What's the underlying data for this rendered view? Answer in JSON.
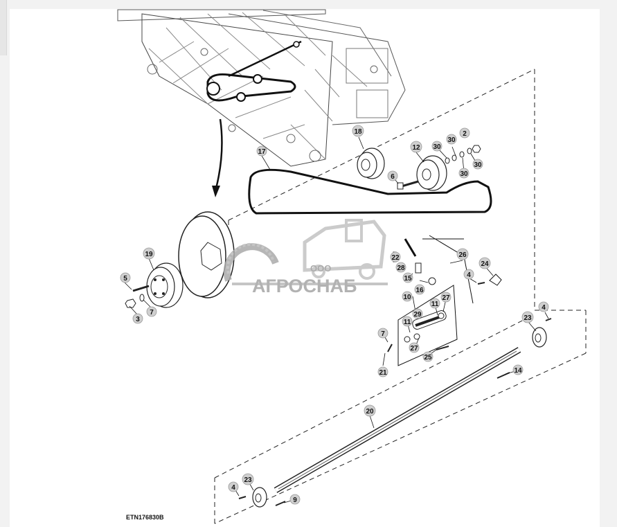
{
  "figure_id": "ETN176830B",
  "watermark": {
    "company_prefix": "ООО",
    "company_name": "АГРОСНАБ"
  },
  "callouts": {
    "c2": "2",
    "c3": "3",
    "c4a": "4",
    "c4b": "4",
    "c4c": "4",
    "c5": "5",
    "c6": "6",
    "c7a": "7",
    "c7b": "7",
    "c9": "9",
    "c10": "10",
    "c11a": "11",
    "c11b": "11",
    "c12": "12",
    "c14": "14",
    "c15": "15",
    "c16": "16",
    "c17": "17",
    "c18": "18",
    "c19": "19",
    "c20": "20",
    "c21": "21",
    "c22": "22",
    "c23a": "23",
    "c23b": "23",
    "c24": "24",
    "c25": "25",
    "c26": "26",
    "c27a": "27",
    "c27b": "27",
    "c28": "28",
    "c29": "29",
    "c30a": "30",
    "c30b": "30",
    "c30c": "30",
    "c30d": "30"
  },
  "colors": {
    "callout_fill": "#cfcfcf",
    "line": "#111111",
    "watermark_gray": "#a8a8a8"
  }
}
